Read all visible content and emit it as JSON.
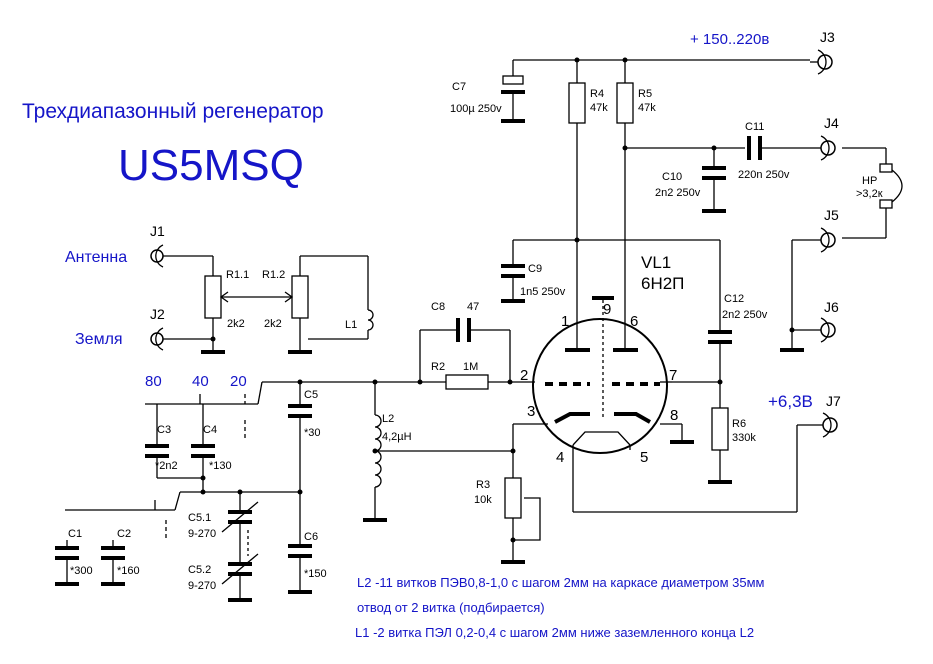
{
  "title": "Трехдиапазонный регенератор",
  "callsign": "US5MSQ",
  "supply_hv": "+ 150..220в",
  "supply_fil": "+6,3В",
  "labels": {
    "antenna": "Антенна",
    "ground": "Земля",
    "band_80": "80",
    "band_40": "40",
    "band_20": "20"
  },
  "jacks": {
    "j1": "J1",
    "j2": "J2",
    "j3": "J3",
    "j4": "J4",
    "j5": "J5",
    "j6": "J6",
    "j7": "J7"
  },
  "tube": {
    "ref": "VL1",
    "type": "6Н2П",
    "pins": {
      "p1": "1",
      "p2": "2",
      "p3": "3",
      "p4": "4",
      "p5": "5",
      "p6": "6",
      "p7": "7",
      "p8": "8",
      "p9": "9"
    }
  },
  "components": {
    "c1": {
      "ref": "C1",
      "val": "*300"
    },
    "c2": {
      "ref": "C2",
      "val": "*160"
    },
    "c3": {
      "ref": "C3",
      "val": "*2n2"
    },
    "c4": {
      "ref": "C4",
      "val": "*130"
    },
    "c5": {
      "ref": "C5",
      "val": "*30"
    },
    "c51": {
      "ref": "C5.1",
      "val": "9-270"
    },
    "c52": {
      "ref": "C5.2",
      "val": "9-270"
    },
    "c6": {
      "ref": "C6",
      "val": "*150"
    },
    "c7": {
      "ref": "C7",
      "val": "100µ 250v"
    },
    "c8": {
      "ref": "C8",
      "val": "47"
    },
    "c9": {
      "ref": "C9",
      "val": "1n5 250v"
    },
    "c10": {
      "ref": "C10",
      "val": "2n2 250v"
    },
    "c11": {
      "ref": "C11",
      "val": "220n 250v"
    },
    "c12": {
      "ref": "C12",
      "val": "2n2 250v"
    },
    "r11": {
      "ref": "R1.1",
      "val": "2k2"
    },
    "r12": {
      "ref": "R1.2",
      "val": "2k2"
    },
    "r2": {
      "ref": "R2",
      "val": "1M"
    },
    "r3": {
      "ref": "R3",
      "val": "10k"
    },
    "r4": {
      "ref": "R4",
      "val": "47k"
    },
    "r5": {
      "ref": "R5",
      "val": "47k"
    },
    "r6": {
      "ref": "R6",
      "val": "330k"
    },
    "l1": {
      "ref": "L1"
    },
    "l2": {
      "ref": "L2",
      "val": "4,2µH"
    },
    "hp": {
      "ref": "HP",
      "val": ">3,2к"
    }
  },
  "notes": [
    "L2 -11 витков ПЭВ0,8-1,0 с шагом 2мм на каркасе диаметром 35мм",
    "отвод от 2 витка (подбирается)",
    "L1 -2 витка ПЭЛ 0,2-0,4 с шагом 2мм ниже заземленного конца L2"
  ]
}
